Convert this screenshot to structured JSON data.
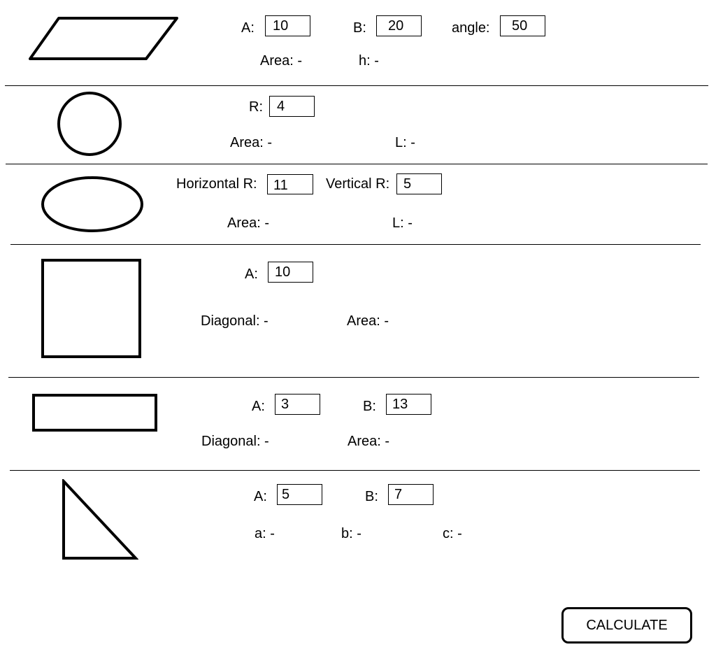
{
  "parallelogram": {
    "a_label": "A:",
    "a_value": "10",
    "b_label": "B:",
    "b_value": "20",
    "angle_label": "angle:",
    "angle_value": "50",
    "area_text": "Area: -",
    "h_text": "h: -",
    "icon": "parallelogram-icon"
  },
  "circle": {
    "r_label": "R:",
    "r_value": "4",
    "area_text": "Area: -",
    "l_text": "L: -",
    "icon": "circle-icon"
  },
  "ellipse": {
    "hr_label": "Horizontal R:",
    "hr_value": "11",
    "vr_label": "Vertical R:",
    "vr_value": "5",
    "area_text": "Area: -",
    "l_text": "L: -",
    "icon": "ellipse-icon"
  },
  "square": {
    "a_label": "A:",
    "a_value": "10",
    "diagonal_text": "Diagonal: -",
    "area_text": "Area: -",
    "icon": "square-icon"
  },
  "rectangle": {
    "a_label": "A:",
    "a_value": "3",
    "b_label": "B:",
    "b_value": "13",
    "diagonal_text": "Diagonal: -",
    "area_text": "Area: -",
    "icon": "rectangle-icon"
  },
  "triangle": {
    "a_label": "A:",
    "a_value": "5",
    "b_label": "B:",
    "b_value": "7",
    "a_text": "a: -",
    "b_text": "b: -",
    "c_text": "c: -",
    "icon": "right-triangle-icon"
  },
  "calculate_label": "CALCULATE"
}
